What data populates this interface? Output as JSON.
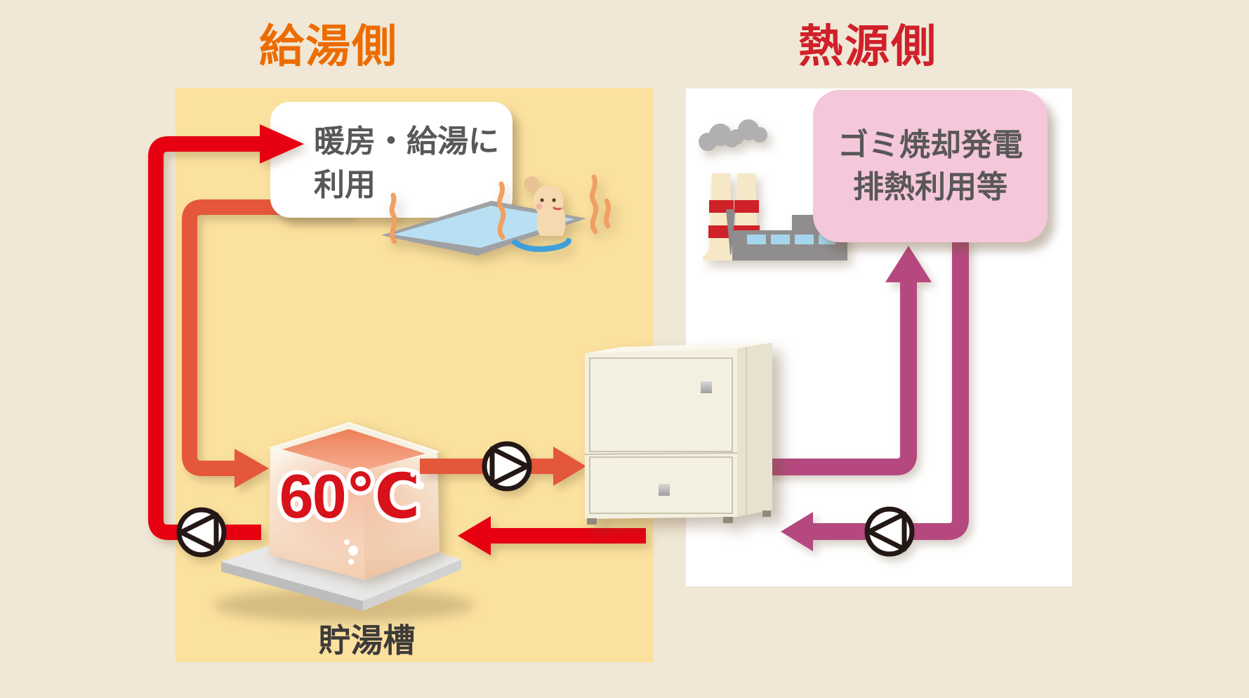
{
  "titles": {
    "left": "給湯側",
    "right": "熱源側"
  },
  "left_panel": {
    "use_box": {
      "line1": "暖房・給湯に",
      "line2": "利用"
    },
    "tank": {
      "temperature": "60℃",
      "label": "貯湯槽"
    }
  },
  "right_panel": {
    "heat_source_box": {
      "line1": "ゴミ焼却発電",
      "line2": "排熱利用等"
    }
  },
  "icons": {
    "pump": "pump-circle-triangle-icon",
    "factory": "factory-chimneys-icon",
    "bath": "person-in-bath-icon",
    "steam": "steam-wisp-icon",
    "smoke": "smoke-puff-icon"
  },
  "colors": {
    "background": "#f0e7d6",
    "left_panel_bg": "#fbe19e",
    "right_panel_bg": "#ffffff",
    "left_title": "#ec6c00",
    "right_title": "#d0202a",
    "hot_pipe": "#e60012",
    "warm_pipe": "#e4573a",
    "heat_source_pipe": "#b5497f",
    "heat_source_box_bg": "#f4c7da",
    "box_text": "#595757",
    "tank_temp_text": "#d7121a"
  }
}
